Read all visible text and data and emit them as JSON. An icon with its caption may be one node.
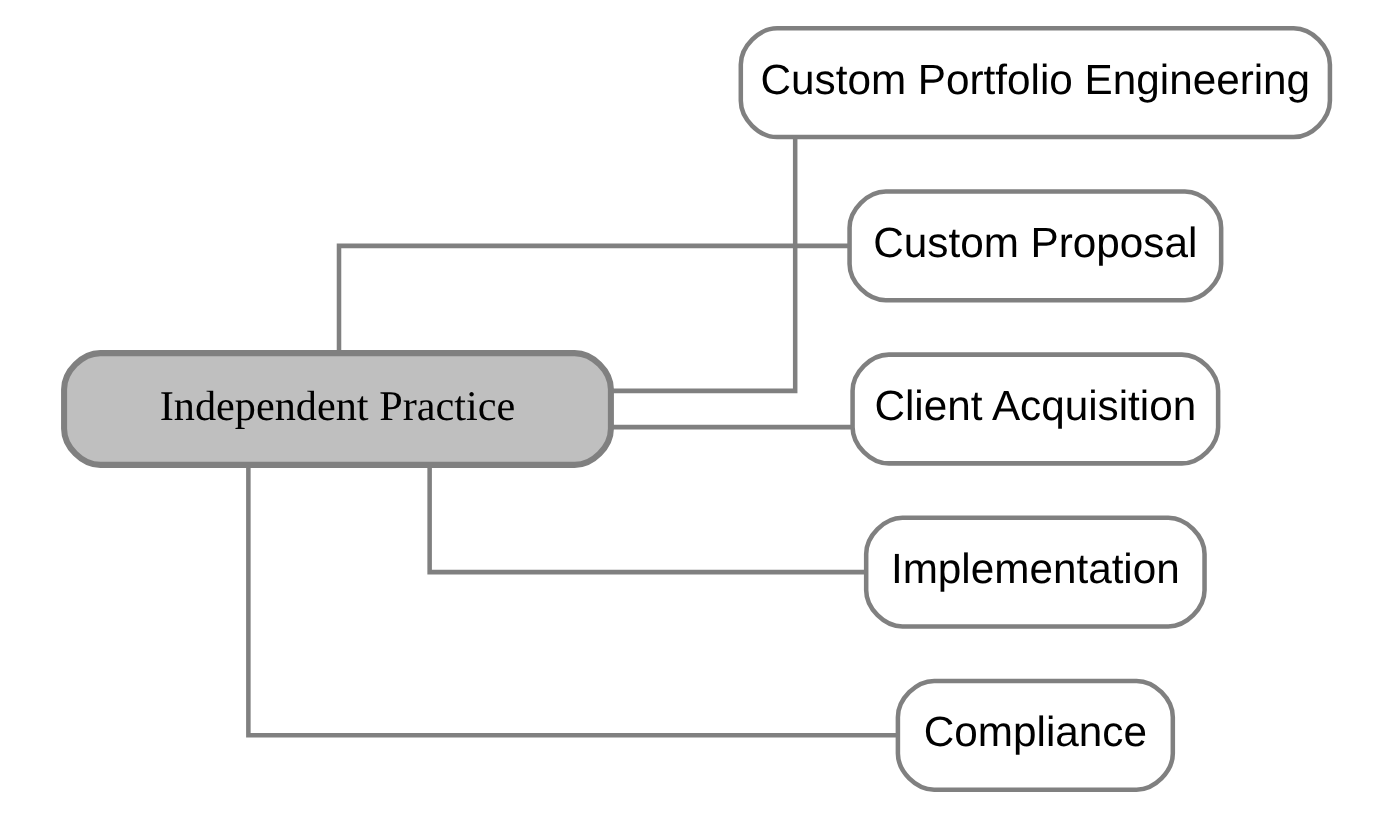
{
  "diagram": {
    "nodes": [
      {
        "text": [
          "Independent Practice"
        ]
      },
      {
        "text": [
          "Custom Portfolio Engineering"
        ]
      },
      {
        "text": [
          "Custom Proposal"
        ]
      },
      {
        "text": [
          "Client Acquisition"
        ]
      },
      {
        "text": [
          "Implementation"
        ]
      },
      {
        "text": [
          "Compliance"
        ]
      }
    ],
    "edges": [
      {
        "from": 0,
        "to": 1,
        "arrow": "none"
      },
      {
        "from": 0,
        "to": 2,
        "arrow": "none"
      },
      {
        "from": 0,
        "to": 3,
        "arrow": "none"
      },
      {
        "from": 0,
        "to": 4,
        "arrow": "none"
      },
      {
        "from": 0,
        "to": 5,
        "arrow": "none"
      }
    ]
  }
}
